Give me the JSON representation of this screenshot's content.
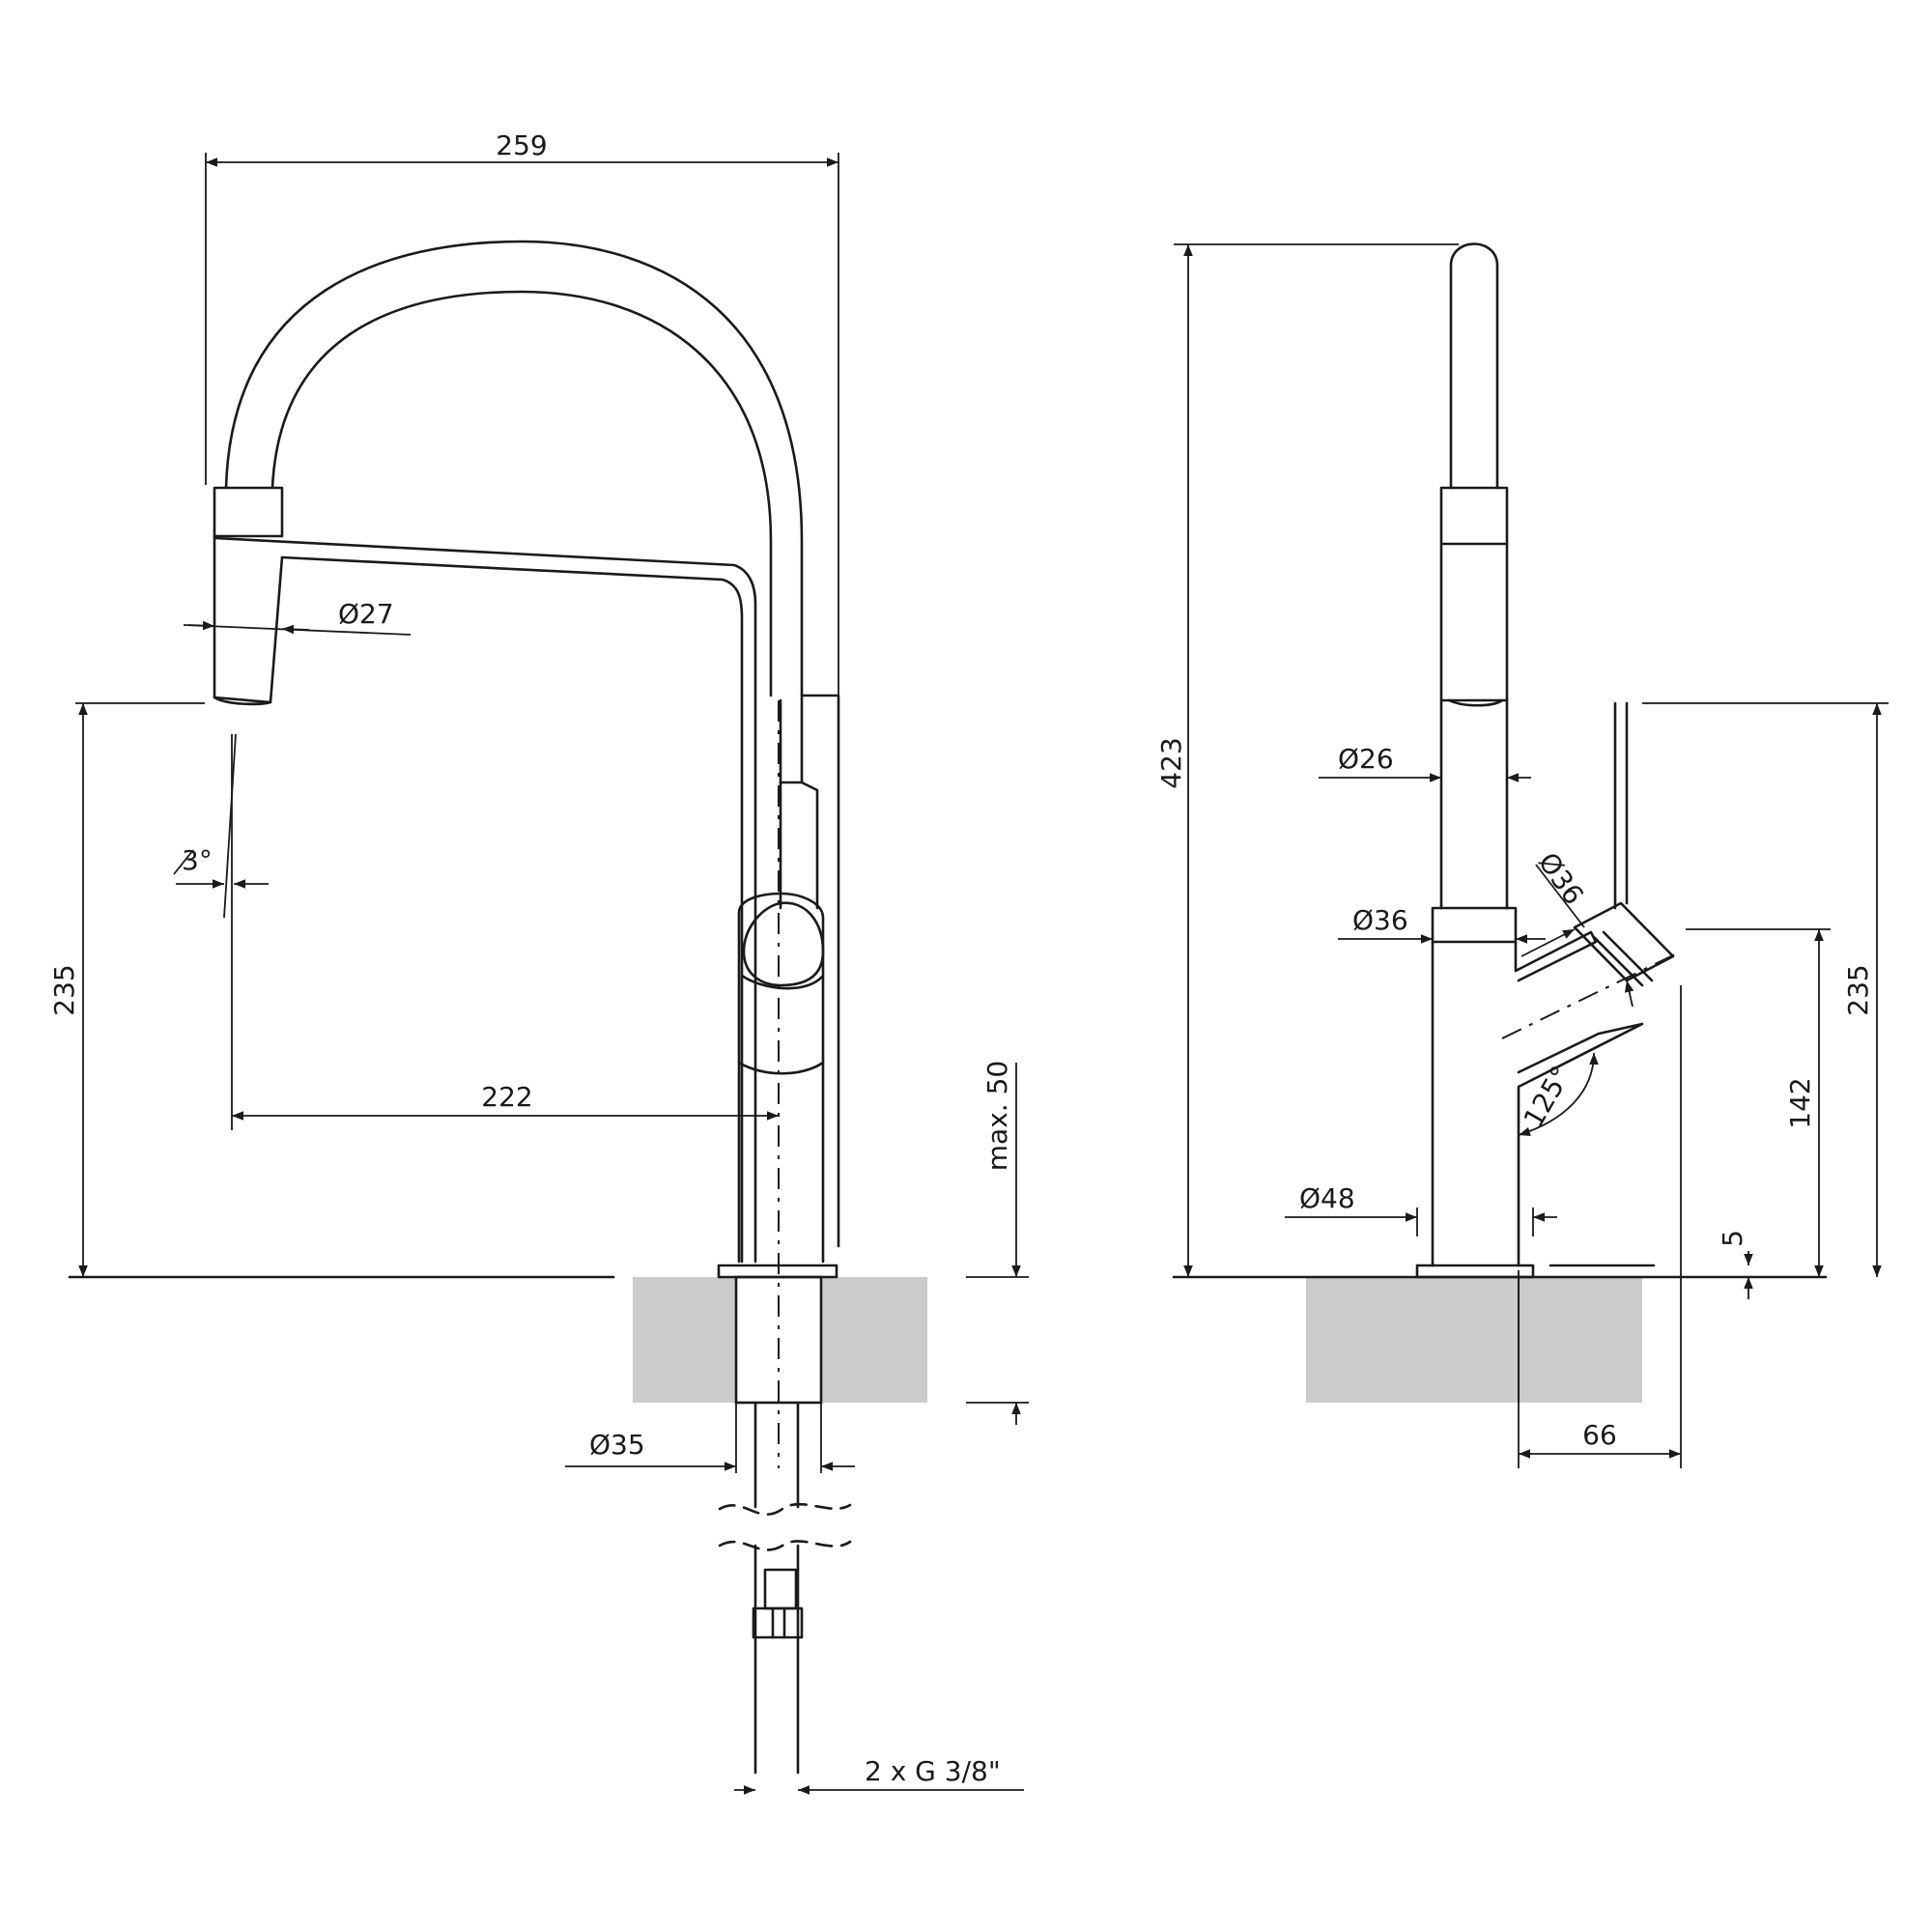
{
  "labels": {
    "width_259": "259",
    "dia_27": "Ø27",
    "angle_3": "3°",
    "height_235_left": "235",
    "reach_222": "222",
    "max_50": "max. 50",
    "dia_35": "Ø35",
    "thread": "2 x G 3/8\"",
    "height_423": "423",
    "dia_26": "Ø26",
    "dia_36_lever": "Ø36",
    "dia_36_body": "Ø36",
    "angle_125": "125°",
    "dia_48": "Ø48",
    "height_235_right": "235",
    "height_142": "142",
    "gap_5": "5",
    "offset_66": "66"
  }
}
